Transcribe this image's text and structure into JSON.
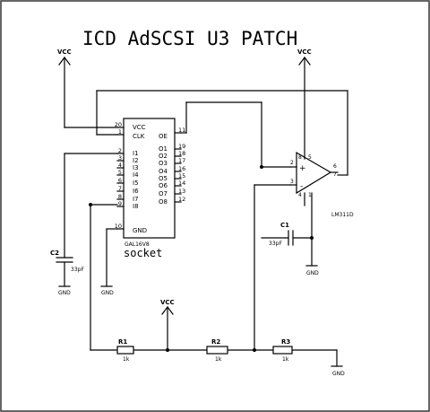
{
  "title": "ICD AdSCSI U3 PATCH",
  "labels": {
    "vcc": "VCC",
    "gnd": "GND",
    "socket": "socket"
  },
  "gal": {
    "part": "GAL16V8",
    "pin_vcc": "VCC",
    "pin_clk": "CLK",
    "pin_oe": "OE",
    "pin_gnd": "GND",
    "inputs": [
      "I1",
      "I2",
      "I3",
      "I4",
      "I5",
      "I6",
      "I7",
      "I8"
    ],
    "outputs": [
      "O1",
      "O2",
      "O3",
      "O4",
      "O5",
      "O6",
      "O7",
      "O8"
    ],
    "left_pins": [
      "20",
      "1",
      "2",
      "3",
      "4",
      "5",
      "6",
      "7",
      "8",
      "9",
      "10"
    ],
    "right_pins": [
      "11",
      "19",
      "18",
      "17",
      "16",
      "15",
      "14",
      "13",
      "12"
    ]
  },
  "comparator": {
    "part": "LM311D",
    "plus": "+",
    "minus": "-",
    "pins": {
      "p8": "8",
      "p5": "5",
      "p2": "2",
      "p3": "3",
      "p4": "4",
      "p1": "1",
      "p6": "6",
      "p7": "7"
    }
  },
  "capacitors": [
    {
      "name": "C1",
      "value": "33pF"
    },
    {
      "name": "C2",
      "value": "33pF"
    }
  ],
  "resistors": [
    {
      "name": "R1",
      "value": "1k"
    },
    {
      "name": "R2",
      "value": "1k"
    },
    {
      "name": "R3",
      "value": "1k"
    }
  ]
}
